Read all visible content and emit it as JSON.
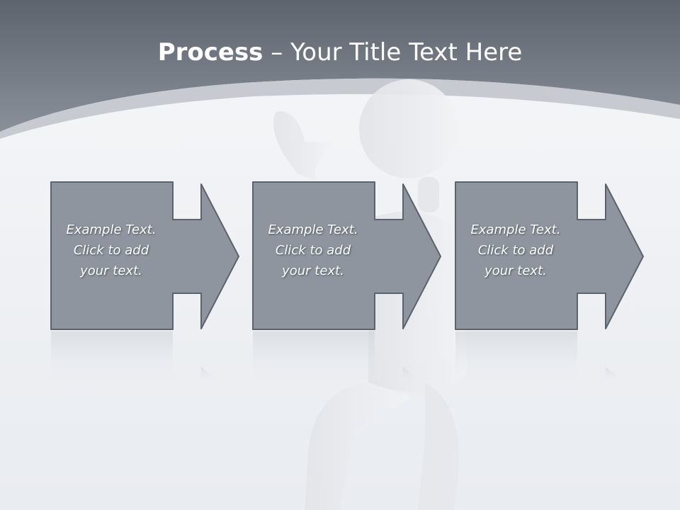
{
  "slide": {
    "title_bold": "Process",
    "title_rest": " – Your Title Text Here"
  },
  "steps": [
    {
      "lines": [
        "Example Text.",
        "Click  to add",
        "your text."
      ]
    },
    {
      "lines": [
        "Example Text.",
        "Click  to add",
        "your text."
      ]
    },
    {
      "lines": [
        "Example Text.",
        "Click  to add",
        "your text."
      ]
    }
  ],
  "colors": {
    "header": "#6e757f",
    "box_fill": "#8e959e",
    "box_border": "#5c636c"
  },
  "icons": {
    "arrow": "right-arrow-icon",
    "figure": "3d-person-figure"
  }
}
